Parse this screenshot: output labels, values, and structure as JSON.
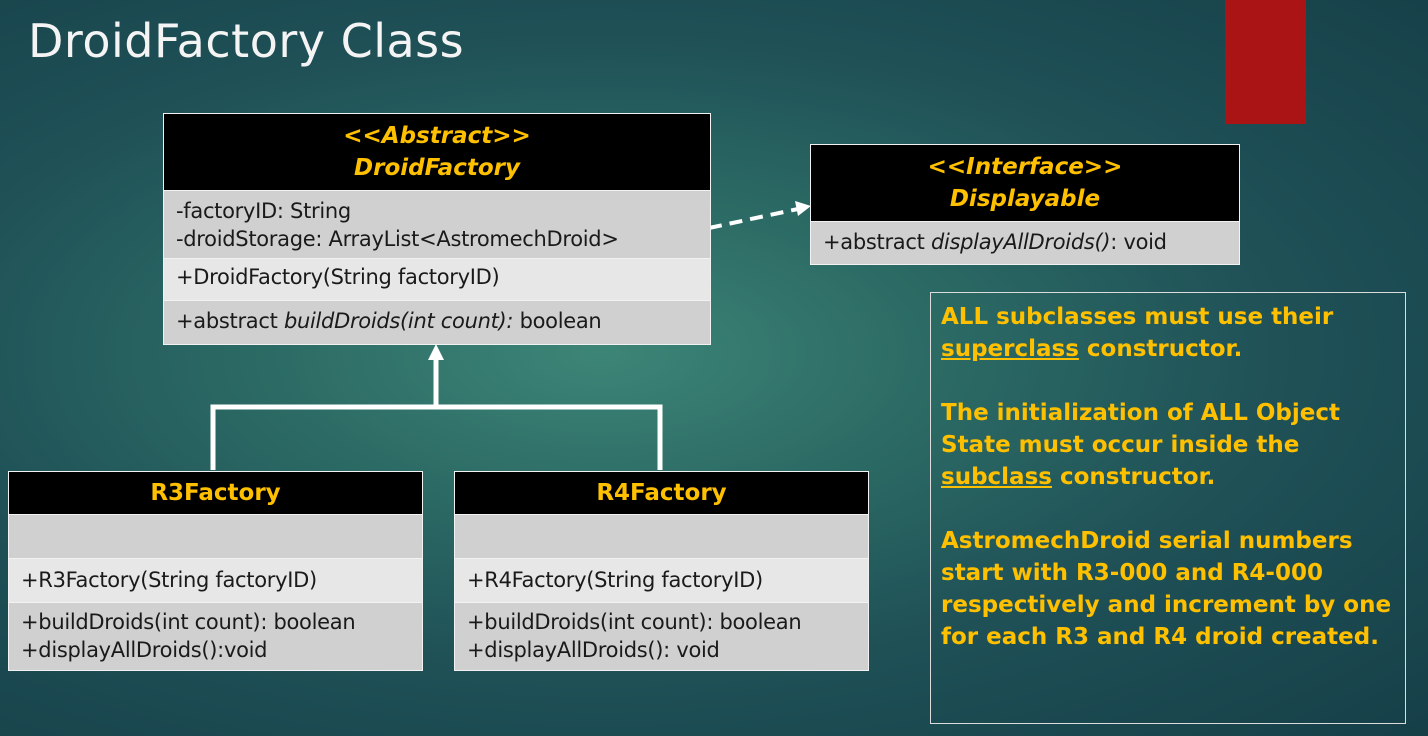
{
  "title": "DroidFactory Class",
  "colors": {
    "header_text": "#ffc000",
    "accent_red": "#ab1414",
    "note_text": "#ffc000"
  },
  "droid_factory": {
    "stereotype": "<<Abstract>>",
    "name": "DroidFactory",
    "attributes": [
      "-factoryID: String",
      "-droidStorage: ArrayList<AstromechDroid>"
    ],
    "constructor": "+DroidFactory(String factoryID)",
    "method_prefix": "+abstract ",
    "method_name": "buildDroids(int count):",
    "method_return": " boolean"
  },
  "displayable": {
    "stereotype": "<<Interface>>",
    "name": "Displayable",
    "method_prefix": "+abstract ",
    "method_name": "displayAllDroids()",
    "method_return": ": void"
  },
  "r3": {
    "name": "R3Factory",
    "constructor": "+R3Factory(String factoryID)",
    "methods": [
      "+buildDroids(int count): boolean",
      "+displayAllDroids():void"
    ]
  },
  "r4": {
    "name": "R4Factory",
    "constructor": "+R4Factory(String factoryID)",
    "methods": [
      "+buildDroids(int count): boolean",
      "+displayAllDroids(): void"
    ]
  },
  "note": {
    "p1_a": "ALL subclasses must use their ",
    "p1_u": "superclass",
    "p1_b": " constructor.",
    "p2_a": "The initialization of ALL Object State must occur inside the ",
    "p2_u": "subclass",
    "p2_b": " constructor.",
    "p3": "AstromechDroid serial numbers start with R3-000 and R4-000 respectively and increment by one for each R3 and R4 droid created."
  }
}
